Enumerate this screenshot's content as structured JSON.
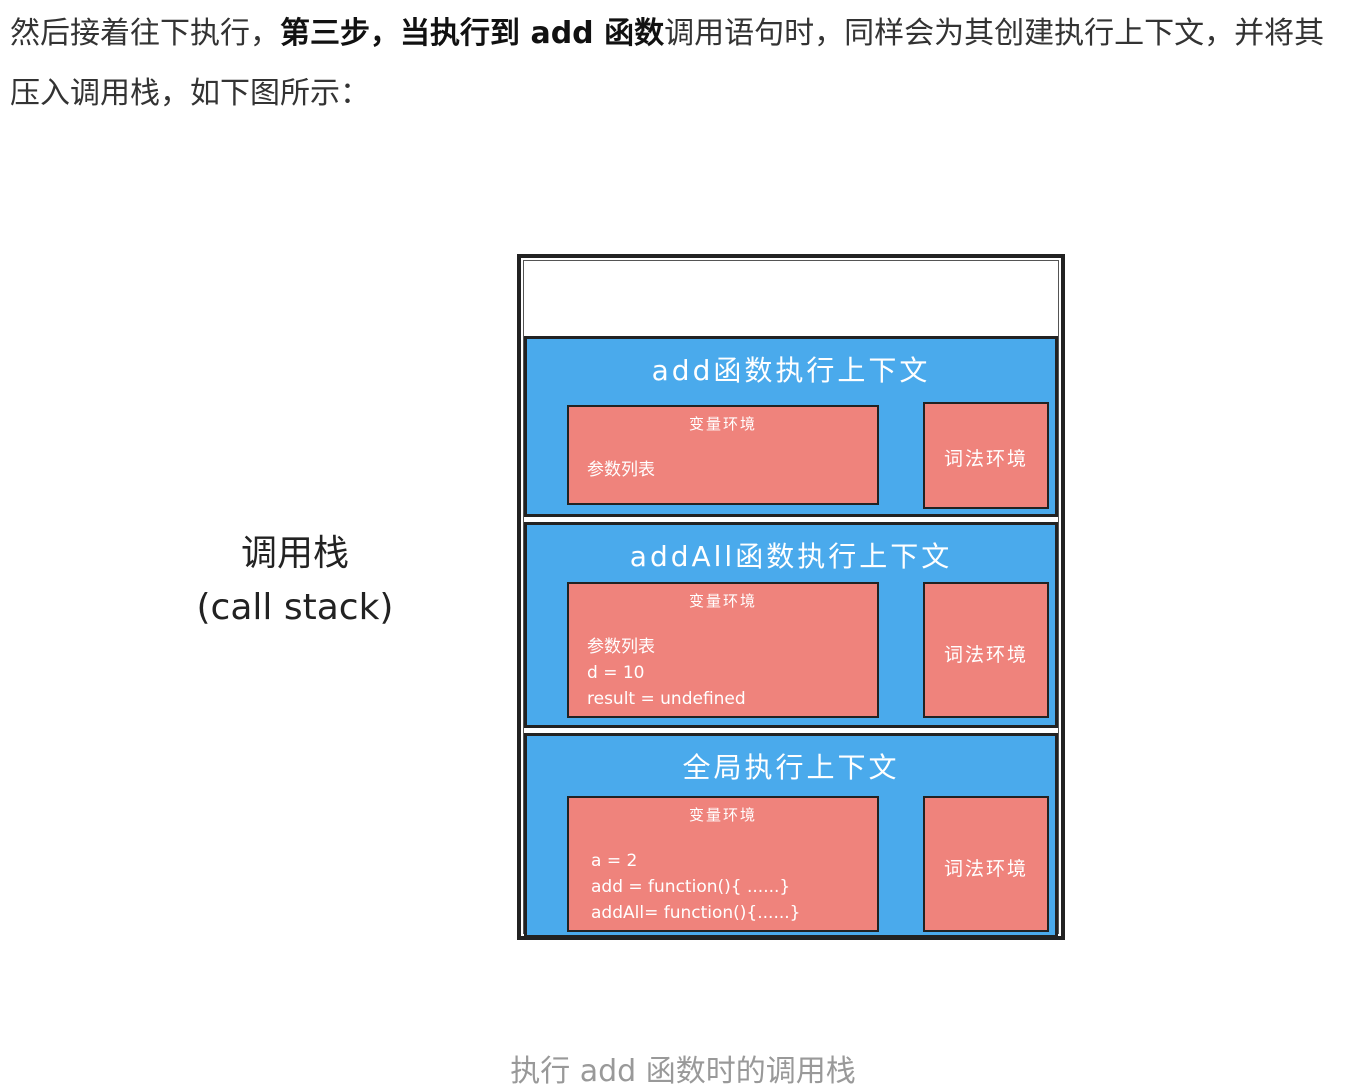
{
  "paragraph": {
    "part1": "然后接着往下执行，",
    "bold": "第三步，当执行到 add 函数",
    "part2": "调用语句时，同样会为其创建执行上下文，并将其压入调用栈，如下图所示："
  },
  "diagram": {
    "stack_label": "调用栈",
    "stack_label_en": "(call stack)",
    "contexts": [
      {
        "title": "add函数执行上下文",
        "variable_env": {
          "title": "变量环境",
          "lines": [
            "参数列表"
          ]
        },
        "lexical_env": "词法环境"
      },
      {
        "title": "addAll函数执行上下文",
        "variable_env": {
          "title": "变量环境",
          "lines": [
            "参数列表",
            "d = 10",
            "result = undefined"
          ]
        },
        "lexical_env": "词法环境"
      },
      {
        "title": "全局执行上下文",
        "variable_env": {
          "title": "变量环境",
          "lines": [
            "a = 2",
            "add = function(){ ......}",
            "addAll= function(){......}"
          ]
        },
        "lexical_env": "词法环境"
      }
    ]
  },
  "caption": "执行 add 函数时的调用栈"
}
